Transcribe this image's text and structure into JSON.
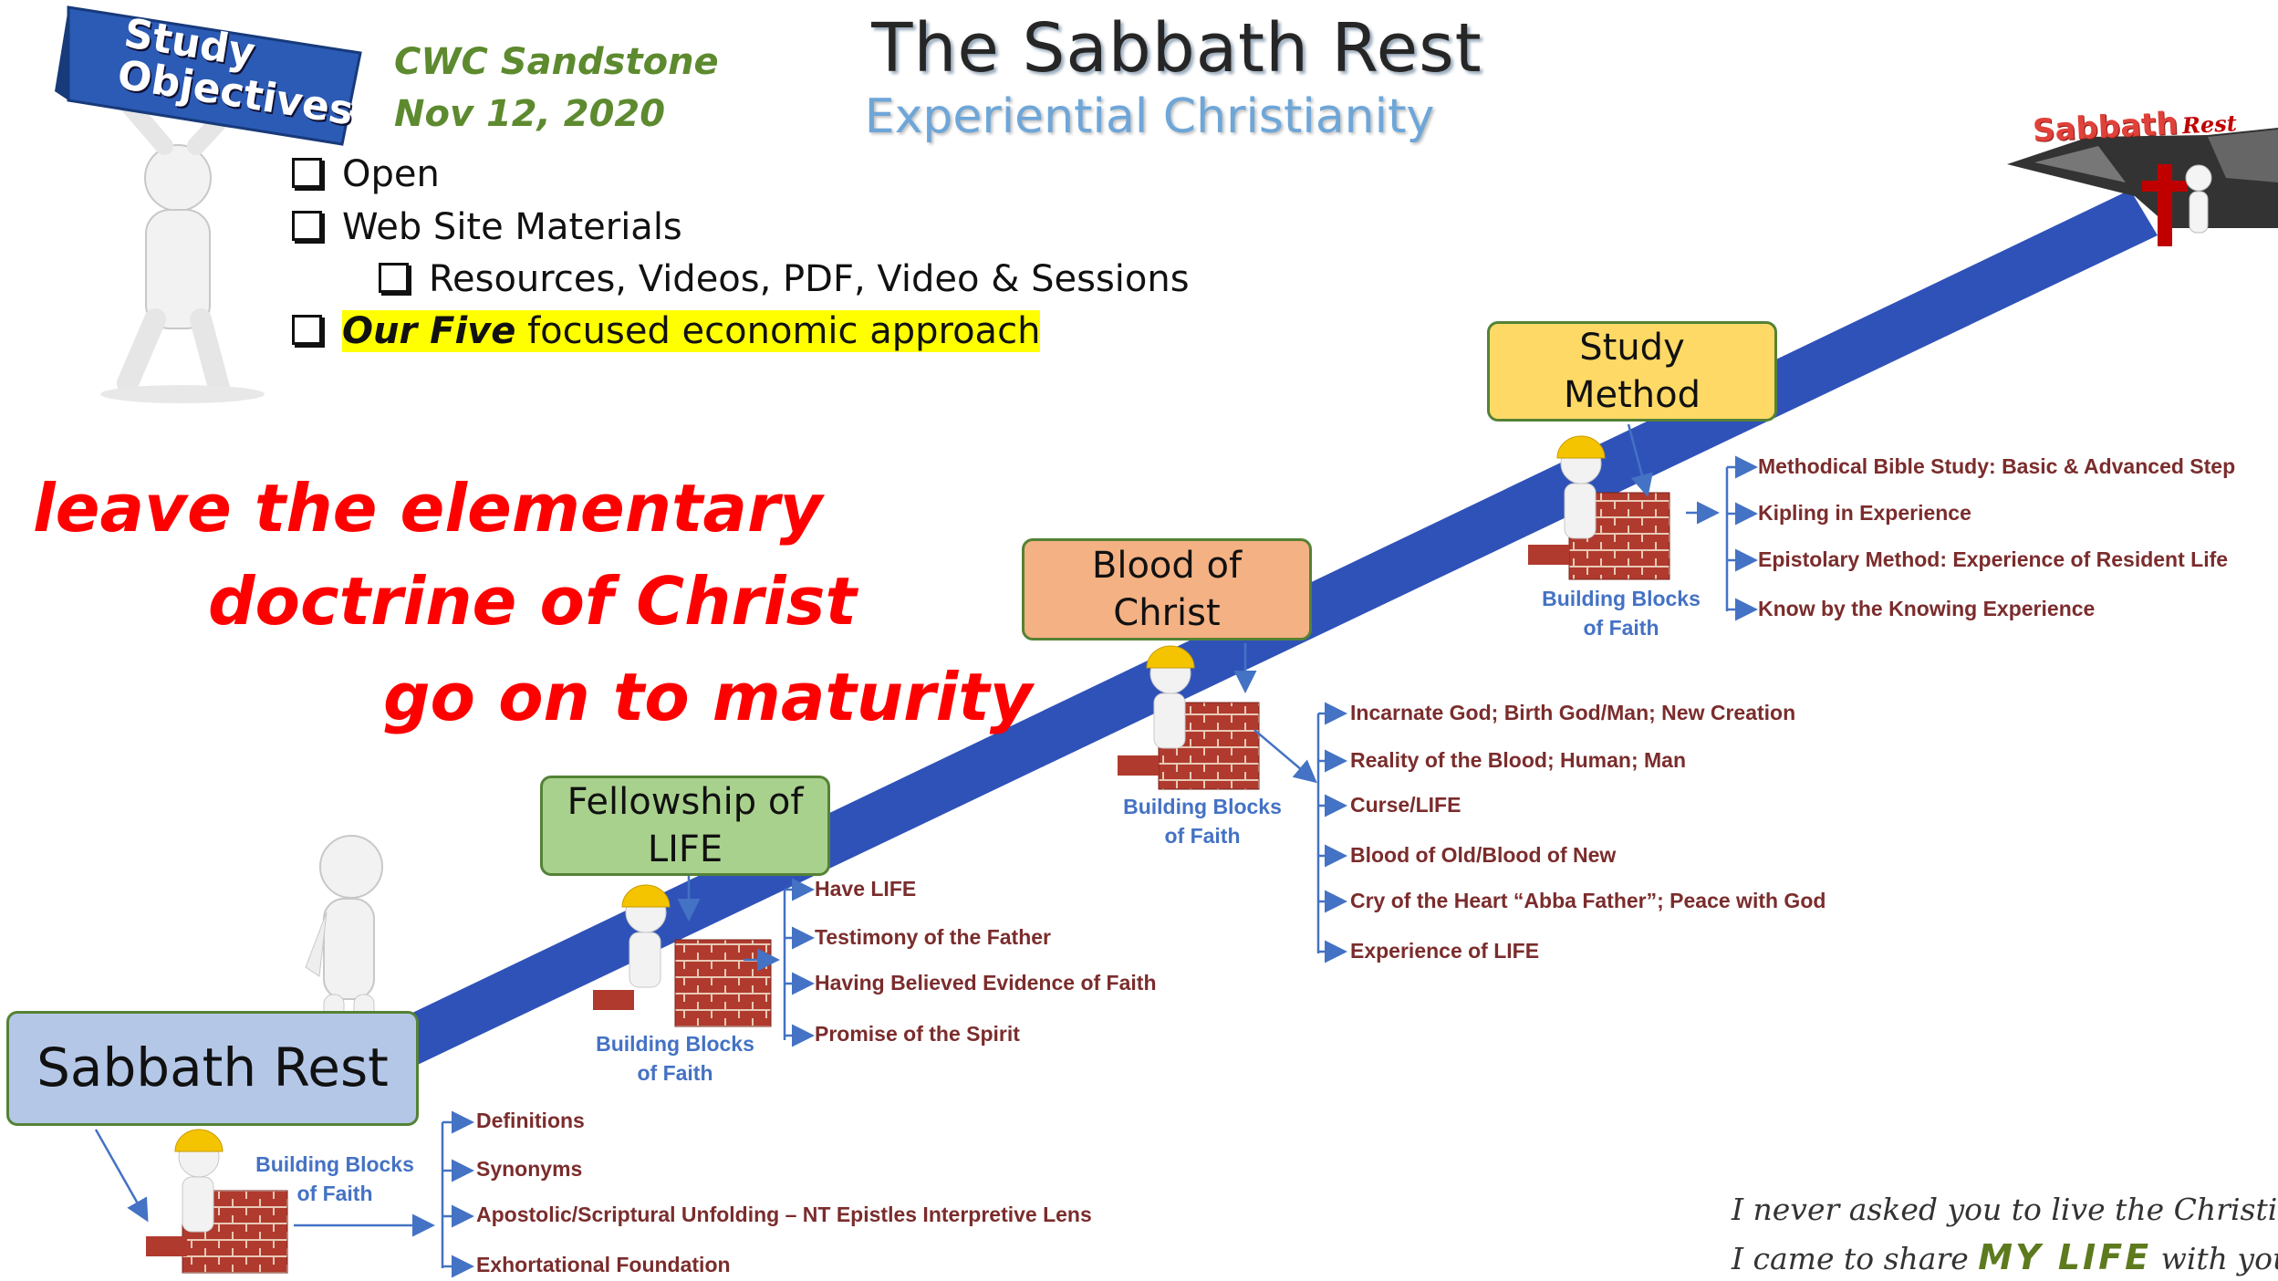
{
  "header": {
    "title": "The Sabbath Rest",
    "subtitle": "Experiential Christianity",
    "org": "CWC Sandstone",
    "date": "Nov 12, 2020"
  },
  "banner": {
    "line1": "Study",
    "line2": "Objectives"
  },
  "objectives": {
    "open": "Open",
    "website": "Web Site Materials",
    "resources": "Resources, Videos, PDF, Video & Sessions",
    "five_bold": "Our Five",
    "five_rest": " focused economic approach"
  },
  "tagline": {
    "line1": "leave the elementary",
    "line2": "doctrine of Christ",
    "line3": "go on to maturity"
  },
  "summit_sign": {
    "word1": "Sabbath",
    "word2": "Rest"
  },
  "stages": [
    {
      "label": "Sabbath Rest",
      "blocks_line1": "Building Blocks",
      "blocks_line2": "of Faith",
      "items": [
        "Definitions",
        "Synonyms",
        "Apostolic/Scriptural Unfolding – NT Epistles Interpretive Lens",
        "Exhortational Foundation"
      ]
    },
    {
      "label_line1": "Fellowship of",
      "label_line2": "LIFE",
      "blocks_line1": "Building Blocks",
      "blocks_line2": "of Faith",
      "items": [
        "Have LIFE",
        "Testimony of the Father",
        "Having Believed Evidence of Faith",
        "Promise of the Spirit"
      ]
    },
    {
      "label_line1": "Blood of",
      "label_line2": "Christ",
      "blocks_line1": "Building Blocks",
      "blocks_line2": "of Faith",
      "items": [
        "Incarnate God; Birth God/Man; New Creation",
        "Reality of the Blood; Human; Man",
        "Curse/LIFE",
        "Blood of Old/Blood of New",
        "Cry of the Heart “Abba Father”; Peace with God",
        "Experience of LIFE"
      ]
    },
    {
      "label_line1": "Study",
      "label_line2": "Method",
      "blocks_line1": "Building Blocks",
      "blocks_line2": "of Faith",
      "items": [
        "Methodical Bible Study: Basic & Advanced Step",
        "Kipling in Experience",
        "Epistolary Method: Experience of Resident Life",
        "Know by the Knowing Experience"
      ]
    }
  ],
  "quote": {
    "line1": "I never asked you to live the Christian life,",
    "line2_a": "I came to share ",
    "line2_b": "MY LIFE",
    "line2_c": " with you."
  },
  "colors": {
    "path": "#2f52b8",
    "stage1_fill": "#b4c7e7",
    "stage2_fill": "#a9d18e",
    "stage3_fill": "#f4b183",
    "stage4_fill": "#ffd966",
    "stage_border": "#548235",
    "item_text": "#7b2c2c",
    "arrow": "#4472c4",
    "tagline": "#ff0000"
  }
}
